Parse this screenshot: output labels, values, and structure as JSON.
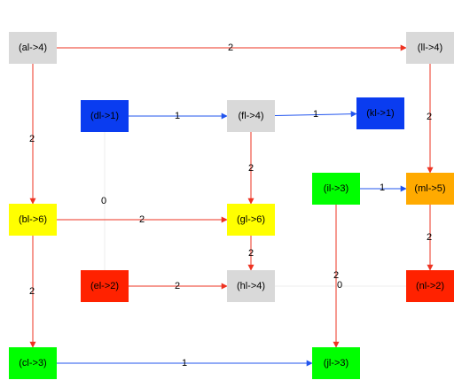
{
  "colors": {
    "gray": "#d9d9d9",
    "blue": "#0a3cf0",
    "yellow": "#ffff00",
    "green": "#00ff00",
    "red": "#ff2200",
    "orange": "#ffaa00",
    "edge_red": "#ee3322",
    "edge_blue": "#2255ee",
    "edge_faint": "#eeeeee"
  },
  "nodes": [
    {
      "id": "al",
      "label": "(al->4)",
      "color": "gray"
    },
    {
      "id": "ll",
      "label": "(ll->4)",
      "color": "gray"
    },
    {
      "id": "dl",
      "label": "(dl->1)",
      "color": "blue"
    },
    {
      "id": "fl",
      "label": "(fl->4)",
      "color": "gray"
    },
    {
      "id": "kl",
      "label": "(kl->1)",
      "color": "blue"
    },
    {
      "id": "il",
      "label": "(il->3)",
      "color": "green"
    },
    {
      "id": "ml",
      "label": "(ml->5)",
      "color": "orange"
    },
    {
      "id": "bl",
      "label": "(bl->6)",
      "color": "yellow"
    },
    {
      "id": "gl",
      "label": "(gl->6)",
      "color": "yellow"
    },
    {
      "id": "el",
      "label": "(el->2)",
      "color": "red"
    },
    {
      "id": "hl",
      "label": "(hl->4)",
      "color": "gray"
    },
    {
      "id": "nl",
      "label": "(nl->2)",
      "color": "red"
    },
    {
      "id": "cl",
      "label": "(cl->3)",
      "color": "green"
    },
    {
      "id": "jl",
      "label": "(jl->3)",
      "color": "green"
    }
  ],
  "edges": [
    {
      "id": "al-ll",
      "from": "al",
      "to": "ll",
      "label": "2",
      "color": "edge_red"
    },
    {
      "id": "al-bl",
      "from": "al",
      "to": "bl",
      "label": "2",
      "color": "edge_red"
    },
    {
      "id": "ll-ml",
      "from": "ll",
      "to": "ml",
      "label": "2",
      "color": "edge_red"
    },
    {
      "id": "dl-fl",
      "from": "dl",
      "to": "fl",
      "label": "1",
      "color": "edge_blue"
    },
    {
      "id": "fl-kl",
      "from": "fl",
      "to": "kl",
      "label": "1",
      "color": "edge_blue"
    },
    {
      "id": "fl-gl",
      "from": "fl",
      "to": "gl",
      "label": "2",
      "color": "edge_red"
    },
    {
      "id": "dl-el",
      "from": "dl",
      "to": "el",
      "label": "0",
      "color": "edge_faint"
    },
    {
      "id": "il-ml",
      "from": "il",
      "to": "ml",
      "label": "1",
      "color": "edge_blue"
    },
    {
      "id": "bl-gl",
      "from": "bl",
      "to": "gl",
      "label": "2",
      "color": "edge_red"
    },
    {
      "id": "gl-hl",
      "from": "gl",
      "to": "hl",
      "label": "2",
      "color": "edge_red"
    },
    {
      "id": "ml-nl",
      "from": "ml",
      "to": "nl",
      "label": "2",
      "color": "edge_red"
    },
    {
      "id": "el-hl",
      "from": "el",
      "to": "hl",
      "label": "2",
      "color": "edge_red"
    },
    {
      "id": "hl-nl",
      "from": "hl",
      "to": "nl",
      "label": "0",
      "color": "edge_faint"
    },
    {
      "id": "il-jl",
      "from": "il",
      "to": "jl",
      "label": "2",
      "color": "edge_red"
    },
    {
      "id": "bl-cl",
      "from": "bl",
      "to": "cl",
      "label": "2",
      "color": "edge_red"
    },
    {
      "id": "cl-jl",
      "from": "cl",
      "to": "jl",
      "label": "1",
      "color": "edge_blue"
    }
  ]
}
